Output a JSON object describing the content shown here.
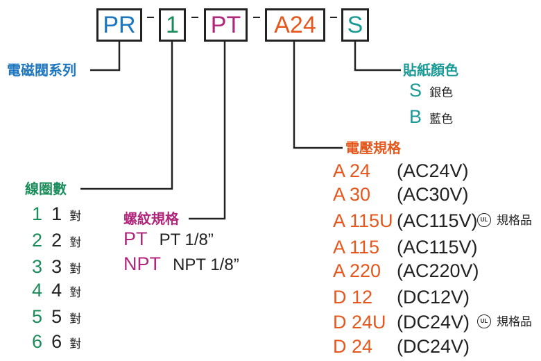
{
  "code": {
    "segments": [
      {
        "text": "PR",
        "color": "#1d77bf"
      },
      {
        "text": "1",
        "color": "#1a8c5a"
      },
      {
        "text": "PT",
        "color": "#b0267a"
      },
      {
        "text": "A24",
        "color": "#e4571d"
      },
      {
        "text": "S",
        "color": "#1a9a96"
      }
    ],
    "separator": "-"
  },
  "series": {
    "label": "電磁閥系列"
  },
  "coil": {
    "label": "線圈數",
    "items": [
      {
        "code": "1",
        "desc": "1",
        "unit": "對"
      },
      {
        "code": "2",
        "desc": "2",
        "unit": "對"
      },
      {
        "code": "3",
        "desc": "3",
        "unit": "對"
      },
      {
        "code": "4",
        "desc": "4",
        "unit": "對"
      },
      {
        "code": "5",
        "desc": "5",
        "unit": "對"
      },
      {
        "code": "6",
        "desc": "6",
        "unit": "對"
      }
    ]
  },
  "thread": {
    "label": "螺紋規格",
    "items": [
      {
        "code": "PT",
        "desc": "PT 1/8”"
      },
      {
        "code": "NPT",
        "desc": "NPT 1/8”"
      }
    ]
  },
  "voltage": {
    "label": "電壓規格",
    "items": [
      {
        "code": "A 24",
        "desc": "(AC24V)",
        "ul": false
      },
      {
        "code": "A 30",
        "desc": "(AC30V)",
        "ul": false
      },
      {
        "code": "A 115U",
        "desc": "(AC115V)",
        "ul": true
      },
      {
        "code": "A 115",
        "desc": "(AC115V)",
        "ul": false
      },
      {
        "code": "A 220",
        "desc": "(AC220V)",
        "ul": false
      },
      {
        "code": "D 12",
        "desc": "(DC12V)",
        "ul": false
      },
      {
        "code": "D 24U",
        "desc": "(DC24V)",
        "ul": true
      },
      {
        "code": "D 24",
        "desc": "(DC24V)",
        "ul": false
      }
    ],
    "ul_mark": "UL",
    "ul_note": "規格品"
  },
  "sticker": {
    "label": "貼紙顏色",
    "items": [
      {
        "code": "S",
        "desc": "銀色"
      },
      {
        "code": "B",
        "desc": "藍色"
      }
    ]
  },
  "colors": {
    "series": "#1d77bf",
    "coil": "#1a8c5a",
    "thread": "#b0267a",
    "voltage": "#e4571d",
    "sticker": "#1a9a96",
    "text": "#222222"
  }
}
